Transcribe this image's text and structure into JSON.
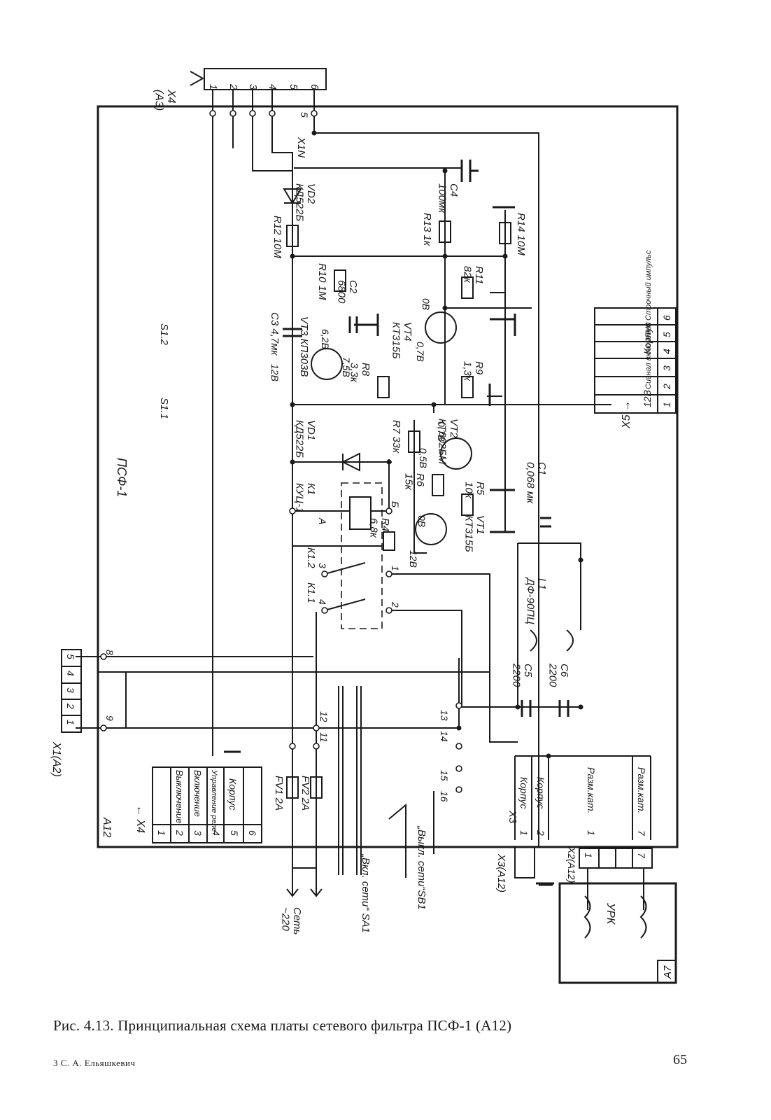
{
  "caption": "Рис. 4.13. Принципиальная схема платы сетевого фильтра ПСФ-1 (А12)",
  "footer": {
    "author": "3 С. А. Ельяшкевич",
    "page_number": "65"
  },
  "diagram": {
    "board_name": "ПСФ-1",
    "board_ref": "А12",
    "block_a7": "А7",
    "urk": "УРК",
    "connectors": {
      "x4_top": {
        "label": "Х4\n(А3)",
        "pins": [
          "1",
          "2",
          "3",
          "4",
          "5",
          "6"
        ]
      },
      "x1": {
        "label": "Х1(А2)",
        "pins": [
          "5",
          "4",
          "3",
          "2",
          "1"
        ]
      },
      "x4_table": {
        "label": "← Х4",
        "rows": [
          {
            "n": "1",
            "t": ""
          },
          {
            "n": "2",
            "t": "Выключение"
          },
          {
            "n": "3",
            "t": "Включение"
          },
          {
            "n": "4",
            "t": "Управление реле"
          },
          {
            "n": "5",
            "t": "Корпус"
          },
          {
            "n": "6",
            "t": ""
          }
        ]
      },
      "x5": {
        "label": "Х5 →",
        "rows": [
          {
            "n": "1",
            "t": "12В"
          },
          {
            "n": "2",
            "t": "Сигнал включения"
          },
          {
            "n": "3",
            "t": ""
          },
          {
            "n": "4",
            "t": "Корпус"
          },
          {
            "n": "5",
            "t": ""
          },
          {
            "n": "6",
            "t": "Строчный импульс"
          }
        ]
      },
      "x3": {
        "label": "Х3",
        "label2": "Х3(А12)",
        "rows": [
          {
            "n": "1",
            "t": "Корпус"
          },
          {
            "n": "2",
            "t": "Корпус"
          },
          {
            "n": "",
            "t": ""
          },
          {
            "n": "1",
            "t": "Разм.кат."
          },
          {
            "n": "",
            "t": ""
          },
          {
            "n": "",
            "t": ""
          },
          {
            "n": "7",
            "t": "Разм.кат."
          }
        ]
      },
      "x2": {
        "label": "Х2(А12)",
        "pins": [
          "1",
          "",
          "",
          "7"
        ]
      }
    },
    "components": {
      "vd2": "VD2\nКД522Б",
      "r12": "R12 10М",
      "c3": "С3 4,7мк",
      "vt3": "VT3 КП303В",
      "r10": "R10 1М",
      "c2": "С2\n6800",
      "r8": "R8\n3,3к",
      "vt4": "VT4\nКТ315Б",
      "r9": "R9\n1,3к",
      "r11": "R11\n82к",
      "r13": "R13 1к",
      "c4": "С4\n100мк",
      "r14": "R14 10М",
      "vd1": "VD1\nКД522Б",
      "r7": "R7 33к",
      "vt2": "VT2\nКТ602БМ",
      "r6": "R6\n15к",
      "r5": "R5\n10к",
      "k1": "К1\nКУЦ-1",
      "r4": "R4\n6,8к",
      "vt1": "VT1\nКТ315Б",
      "c1": "С1\n0,068 мк",
      "l1": "L1\nДФ-90ПЦ",
      "c5": "С5\n2200",
      "c6": "С6\n2200",
      "fv1": "FV1 2А",
      "fv2": "FV2 2А",
      "k11": "К1.1",
      "k12": "К1.2",
      "s11": "S1.1",
      "s12": "S1.2",
      "x1n": "Х1N",
      "sa1": "„Вкл. сети“ SA1",
      "sb1": "„Выкл. сети“SB1",
      "mains": "Сеть\n~220"
    },
    "voltages": {
      "v12a": "12В",
      "v62": "6,2В",
      "v75": "7,5В",
      "v0a": "0В",
      "v07a": "0,7В",
      "v05": "0,5В",
      "v07b": "0,7В",
      "v0b": "0В",
      "v12b": "12В"
    },
    "nodes": {
      "n8": "8",
      "n9": "9",
      "n12": "12",
      "n11": "11",
      "n13": "13",
      "n14": "14",
      "n15": "15",
      "n16": "16",
      "na": "А",
      "nb": "Б",
      "n3": "3",
      "n1": "1",
      "n4": "4",
      "n2": "2",
      "n5": "5"
    }
  }
}
